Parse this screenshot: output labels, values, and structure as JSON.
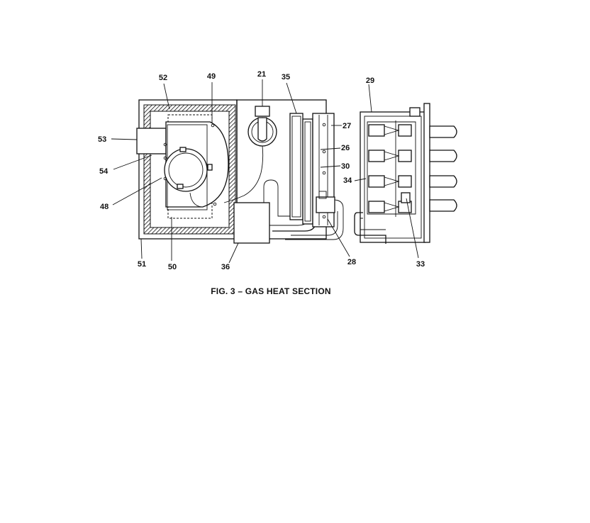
{
  "figure": {
    "caption": "FIG. 3 – GAS HEAT SECTION",
    "callouts": {
      "c52": "52",
      "c49": "49",
      "c21": "21",
      "c35": "35",
      "c29": "29",
      "c27": "27",
      "c26": "26",
      "c30": "30",
      "c34": "34",
      "c53": "53",
      "c54": "54",
      "c48": "48",
      "c51": "51",
      "c50": "50",
      "c36": "36",
      "c28": "28",
      "c33": "33"
    }
  }
}
